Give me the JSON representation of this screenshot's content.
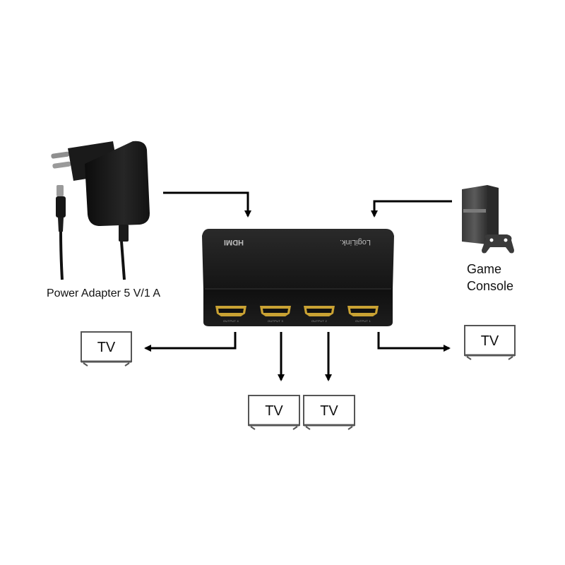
{
  "power_adapter": {
    "label": "Power Adapter 5 V/1 A"
  },
  "game_console": {
    "label_line1": "Game",
    "label_line2": "Console"
  },
  "splitter": {
    "brand": "LogiLink.",
    "logo": "HDMI",
    "ports": [
      "OUTPUT 4",
      "OUTPUT 3",
      "OUTPUT 2",
      "OUTPUT 1"
    ]
  },
  "tvs": [
    {
      "label": "TV"
    },
    {
      "label": "TV"
    },
    {
      "label": "TV"
    },
    {
      "label": "TV"
    }
  ],
  "colors": {
    "device_body": "#1c1c1c",
    "port_gold": "#c9a233",
    "arrow": "#000000",
    "tv_frame": "#555555"
  }
}
